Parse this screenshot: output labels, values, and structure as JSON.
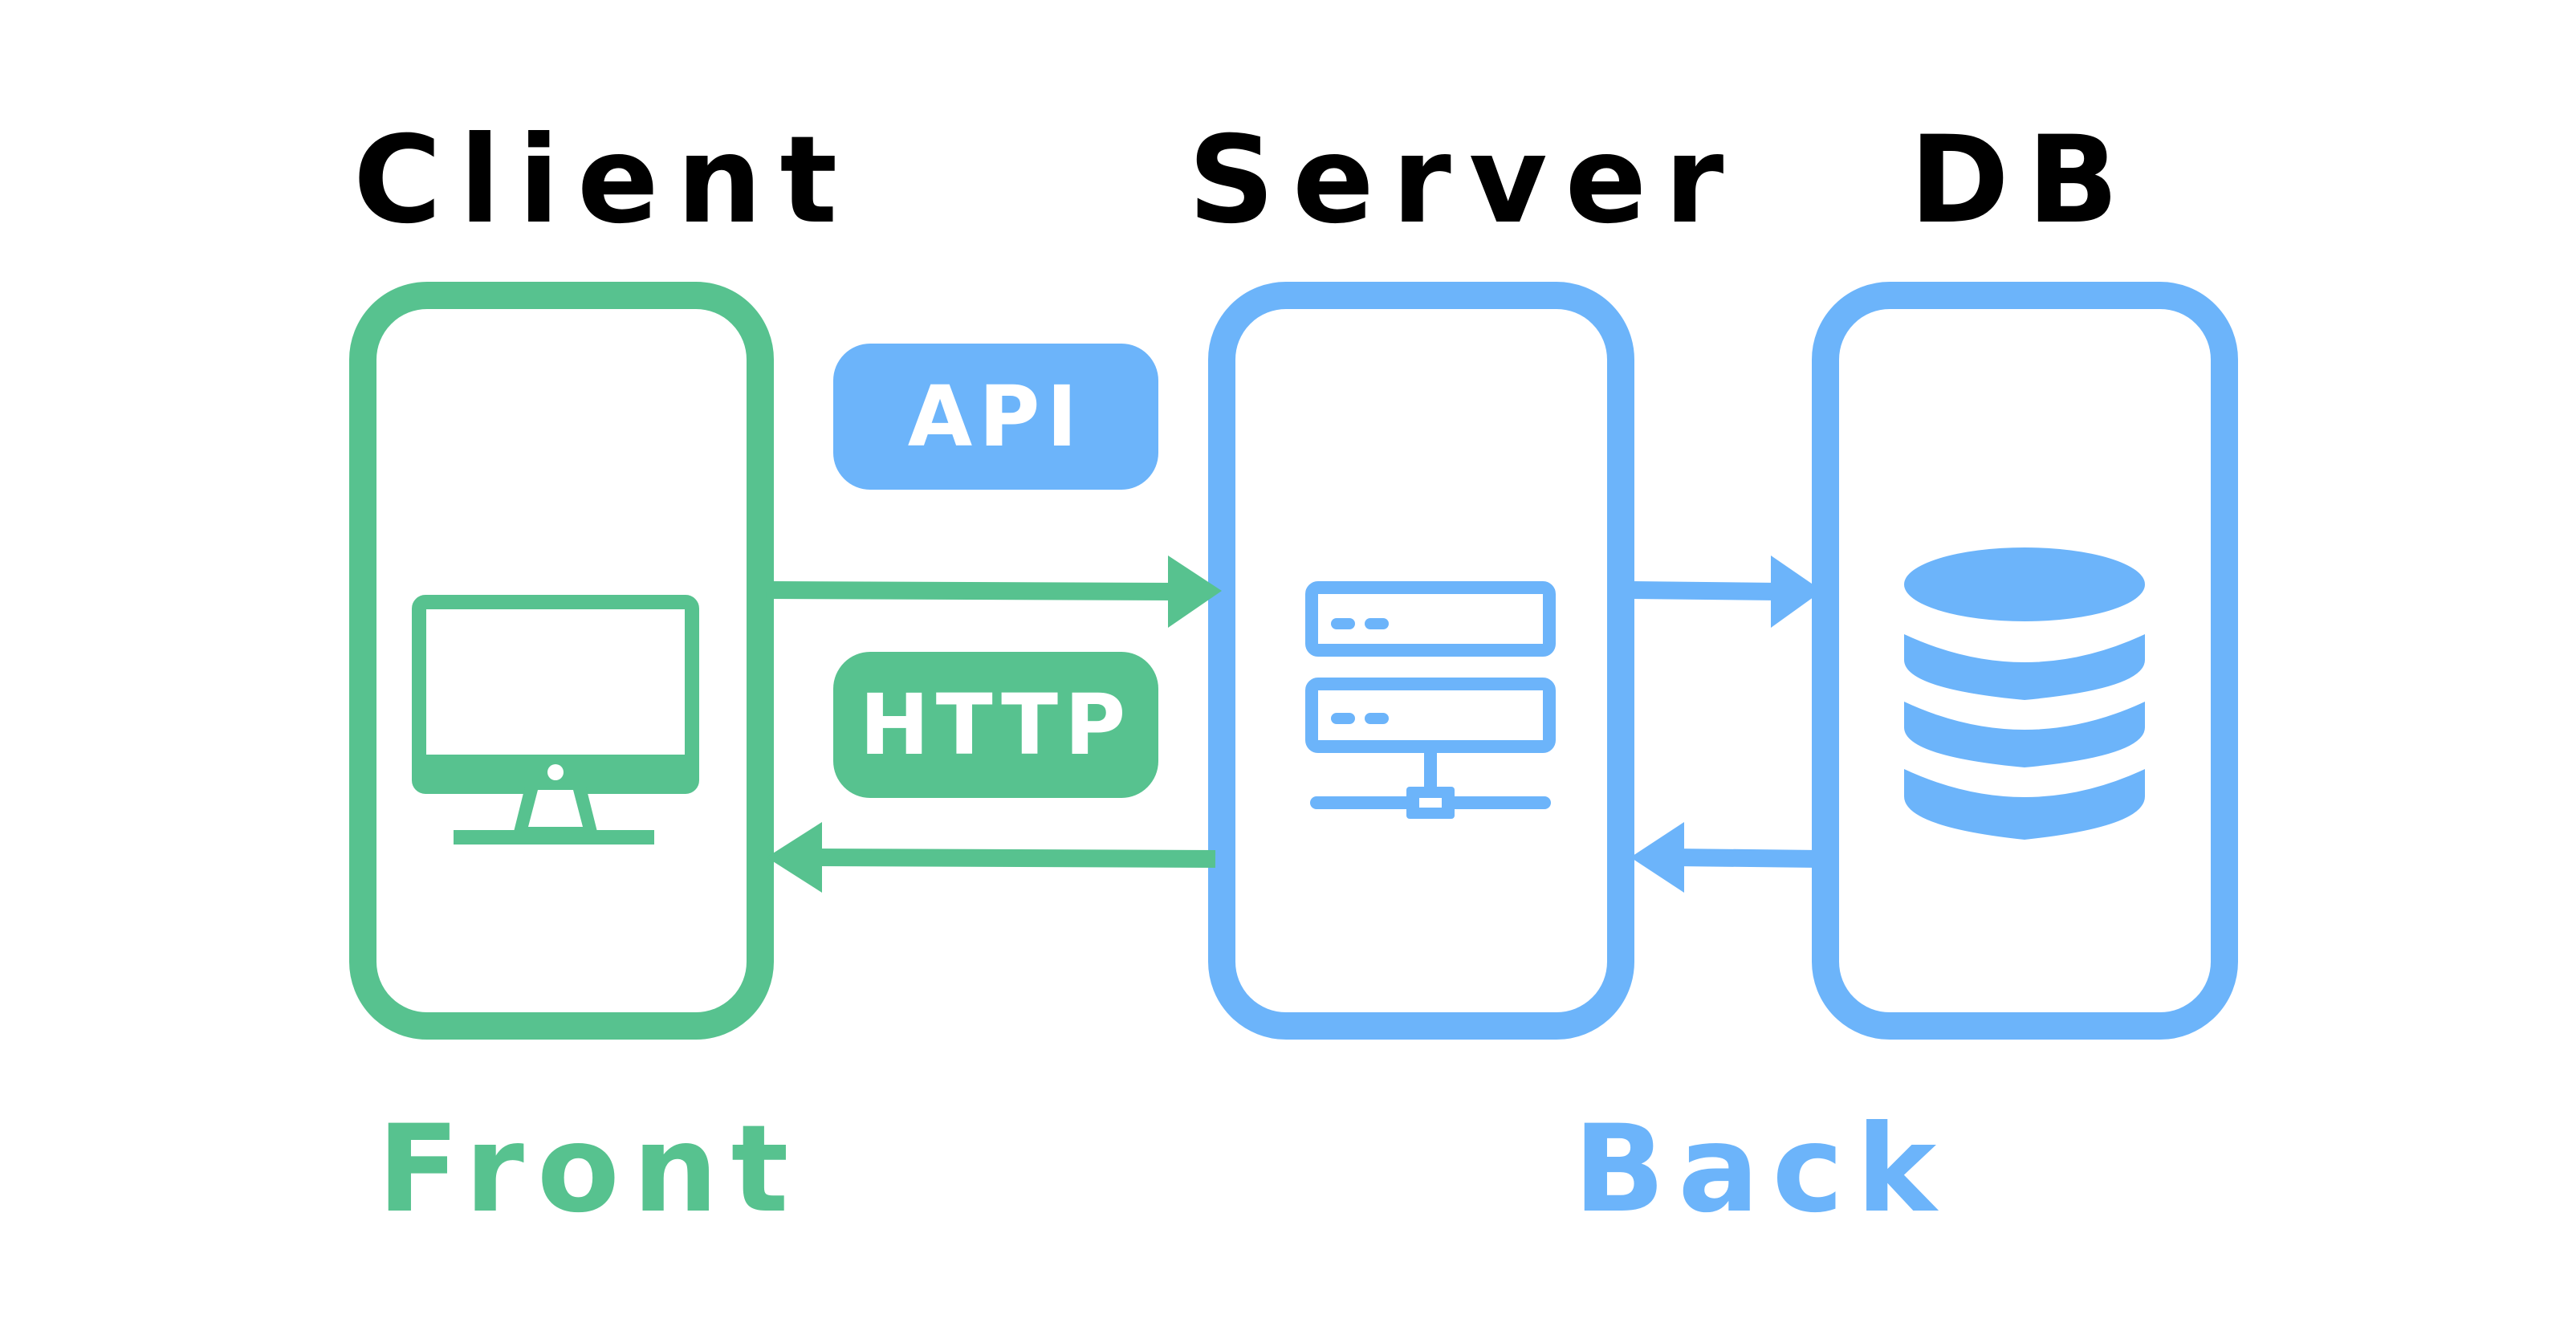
{
  "titles": {
    "client": "Client",
    "server": "Server",
    "db": "DB"
  },
  "labels": {
    "front": "Front",
    "back": "Back"
  },
  "badges": {
    "api": "API",
    "http": "HTTP"
  },
  "colors": {
    "front": "#57C28F",
    "back": "#6CB4FA",
    "text": "#000000",
    "background": "#FFFFFF"
  },
  "icons": {
    "client": "desktop-monitor-icon",
    "server": "server-rack-icon",
    "db": "database-icon"
  }
}
